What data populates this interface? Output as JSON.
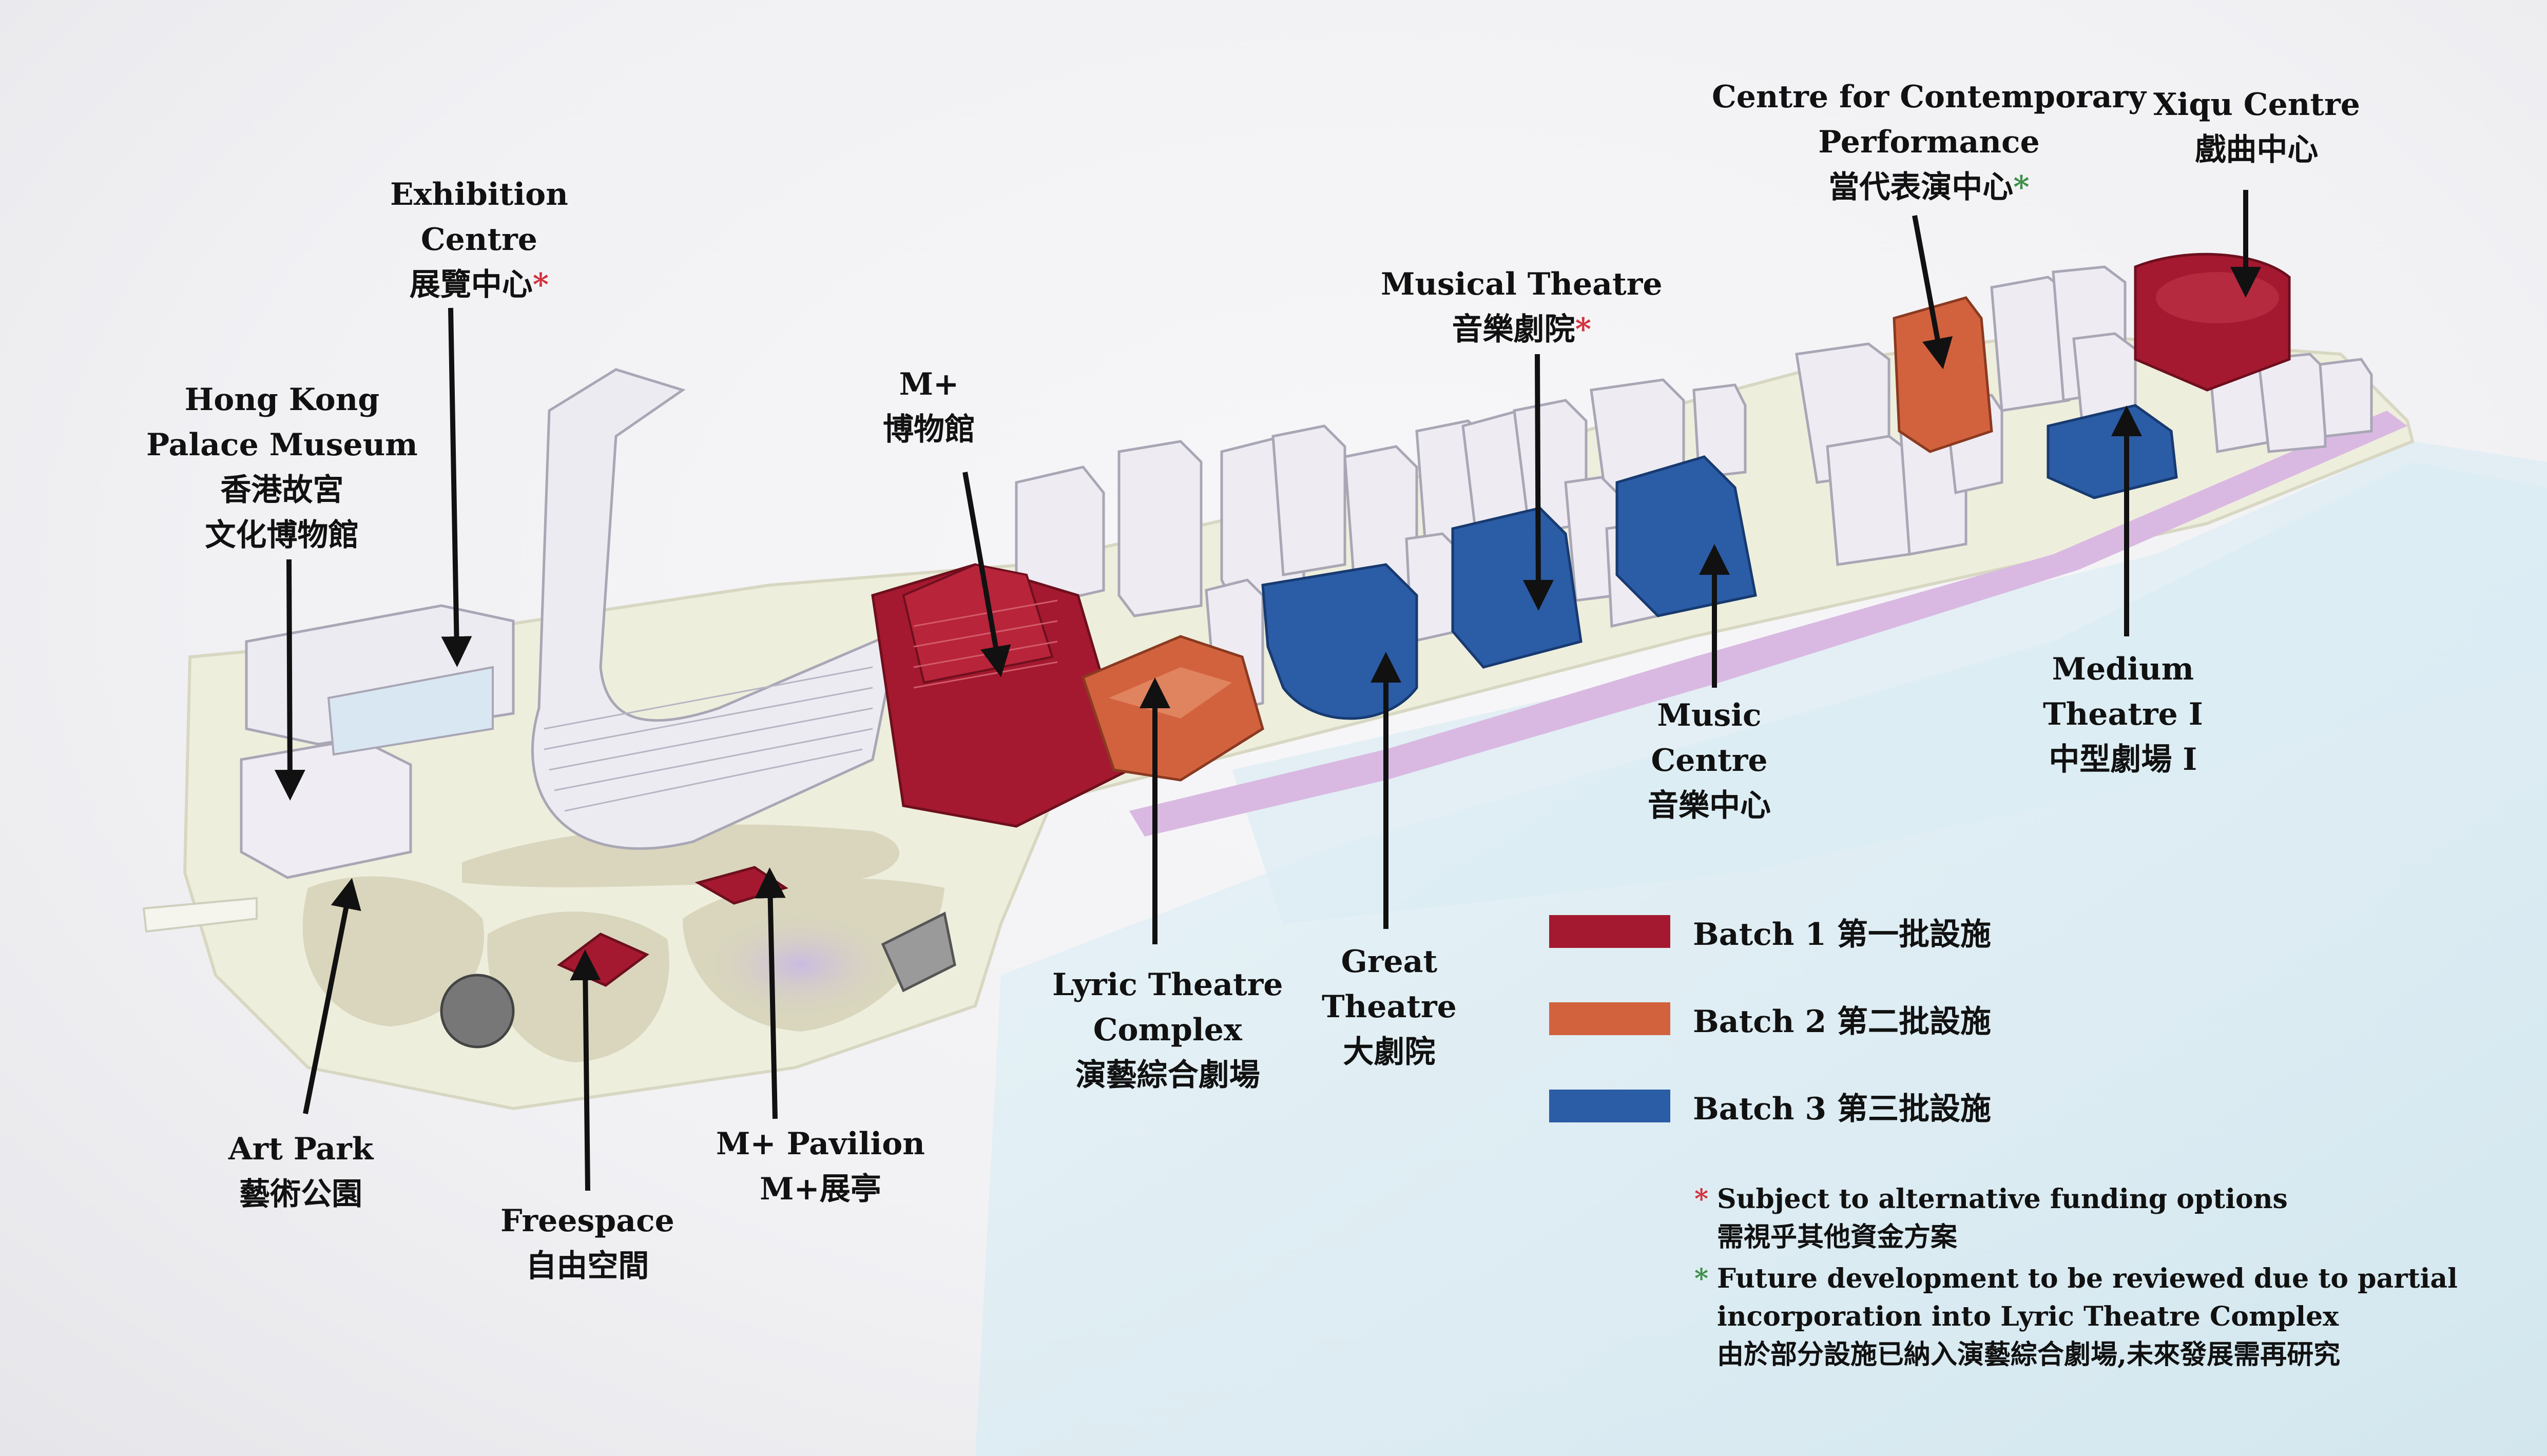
{
  "colors": {
    "batch1": "#a4192f",
    "batch2": "#d2623e",
    "batch3": "#2b5ca6",
    "neutral_building": "#eceaf0",
    "park": "#d9d6bd",
    "land": "#eeeedd",
    "promenade": "#d8b8e0",
    "water": "#d9ecf2",
    "arrow": "#111111",
    "star_red": "#d2323c",
    "star_green": "#3f8f4a"
  },
  "map": {
    "labels": {
      "exhibition_centre": {
        "en1": "Exhibition",
        "en2": "Centre",
        "zh": "展覽中心",
        "mark": "*"
      },
      "palace_museum": {
        "en1": "Hong Kong",
        "en2": "Palace Museum",
        "zh1": "香港故宮",
        "zh2": "文化博物館"
      },
      "m_plus": {
        "en": "M+",
        "zh": "博物館"
      },
      "musical_theatre": {
        "en": "Musical Theatre",
        "zh": "音樂劇院",
        "mark": "*"
      },
      "ccp": {
        "en1": "Centre for Contemporary",
        "en2": "Performance",
        "zh": "當代表演中心",
        "mark": "*"
      },
      "xiqu_centre": {
        "en": "Xiqu Centre",
        "zh": "戲曲中心"
      },
      "medium_theatre": {
        "en1": "Medium",
        "en2": "Theatre I",
        "zh": "中型劇場 I"
      },
      "music_centre": {
        "en1": "Music",
        "en2": "Centre",
        "zh": "音樂中心"
      },
      "great_theatre": {
        "en1": "Great",
        "en2": "Theatre",
        "zh": "大劇院"
      },
      "lyric_theatre": {
        "en1": "Lyric Theatre",
        "en2": "Complex",
        "zh": "演藝綜合劇場"
      },
      "m_plus_pavilion": {
        "en": "M+ Pavilion",
        "zh": "M+展亭"
      },
      "freespace": {
        "en": "Freespace",
        "zh": "自由空間"
      },
      "art_park": {
        "en": "Art Park",
        "zh": "藝術公園"
      }
    }
  },
  "legend": {
    "items": [
      {
        "label": "Batch 1 第一批設施",
        "color": "#a4192f"
      },
      {
        "label": "Batch 2 第二批設施",
        "color": "#d2623e"
      },
      {
        "label": "Batch 3 第三批設施",
        "color": "#2b5ca6"
      }
    ]
  },
  "notes": [
    {
      "mark": "*",
      "color": "#d2323c",
      "en": "Subject to alternative funding options",
      "zh": "需視乎其他資金方案"
    },
    {
      "mark": "*",
      "color": "#3f8f4a",
      "en1": "Future development to be reviewed due to partial",
      "en2": "incorporation into Lyric Theatre Complex",
      "zh": "由於部分設施已納入演藝綜合劇場,未來發展需再研究"
    }
  ]
}
